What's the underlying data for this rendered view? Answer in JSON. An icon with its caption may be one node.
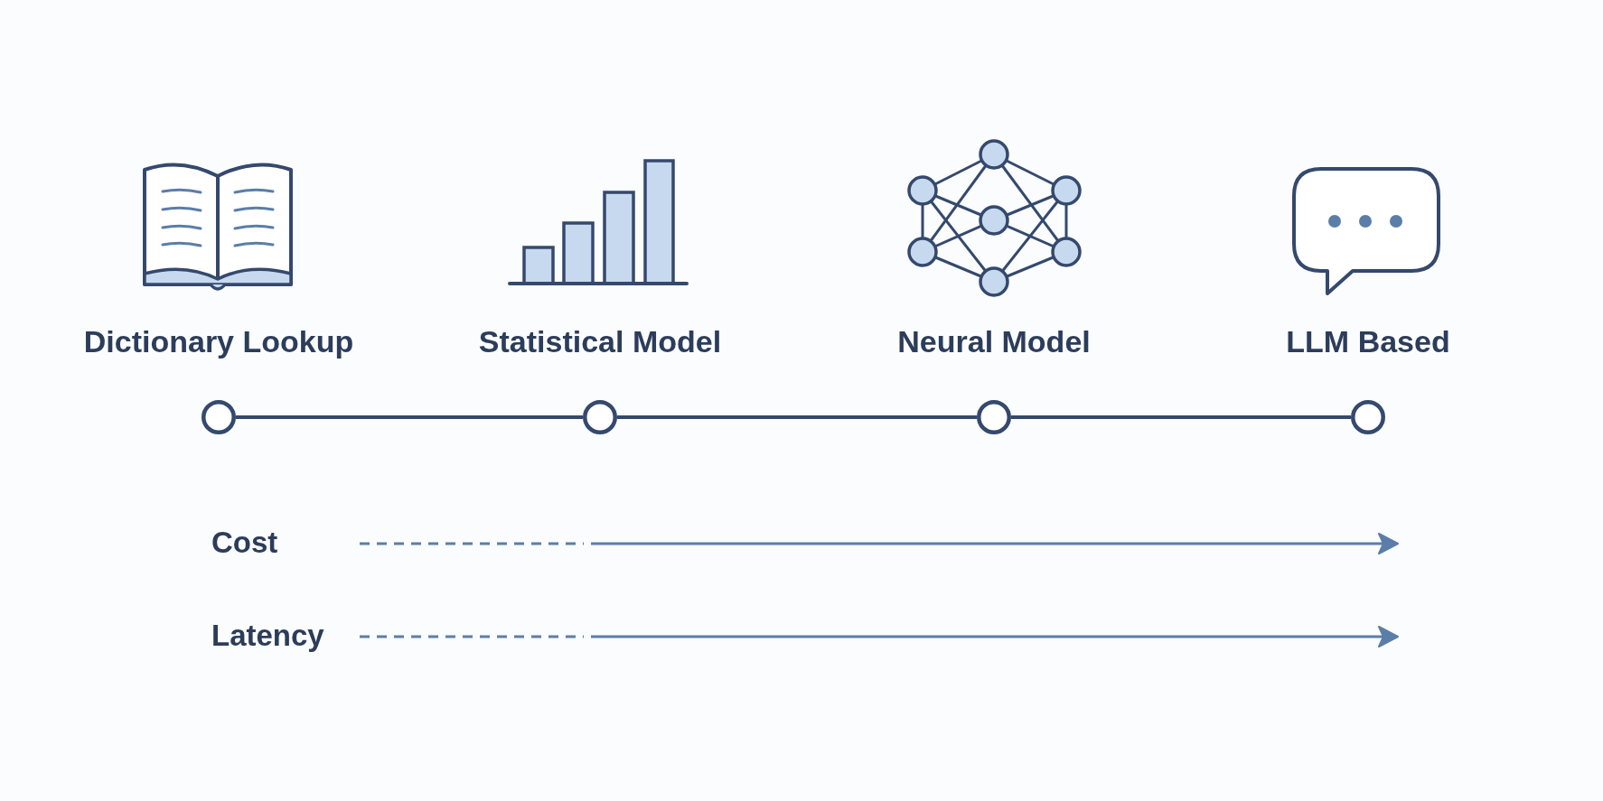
{
  "diagram": {
    "nodes": [
      {
        "text": [],
        "shape": "circle",
        "beside": [
          "Dictionary Lookup"
        ]
      },
      {
        "text": [],
        "shape": "circle",
        "beside": [
          "Statistical Model"
        ]
      },
      {
        "text": [],
        "shape": "circle",
        "beside": [
          "Neural Model"
        ]
      },
      {
        "text": [],
        "shape": "circle",
        "beside": [
          "LLM Based"
        ]
      }
    ],
    "edges": [
      {
        "from": 0,
        "to": 1,
        "arrow": "none"
      },
      {
        "from": 1,
        "to": 2,
        "arrow": "none"
      },
      {
        "from": 2,
        "to": 3,
        "arrow": "none"
      }
    ],
    "labels": [
      "Cost",
      "Latency"
    ]
  }
}
